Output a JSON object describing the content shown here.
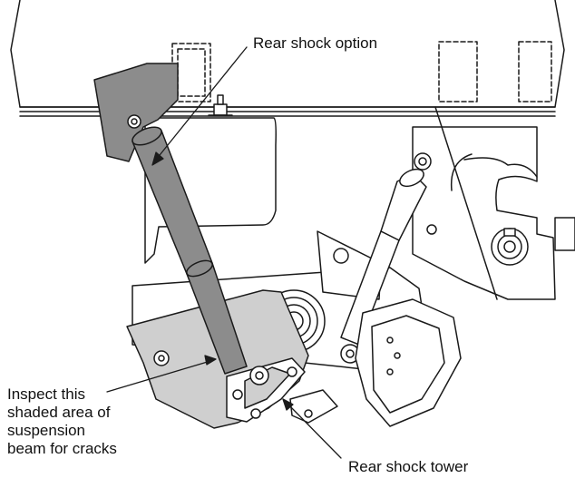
{
  "diagram": {
    "callouts": {
      "rear_shock_option": "Rear shock option",
      "inspect_area": "Inspect this\nshaded area of\nsuspension\nbeam for cracks",
      "rear_shock_tower": "Rear shock tower"
    },
    "colors": {
      "line": "#1a1a1a",
      "shock_fill": "#8c8c8c",
      "shaded_area": "#cfcfcf",
      "panel_fill": "#ffffff"
    }
  }
}
